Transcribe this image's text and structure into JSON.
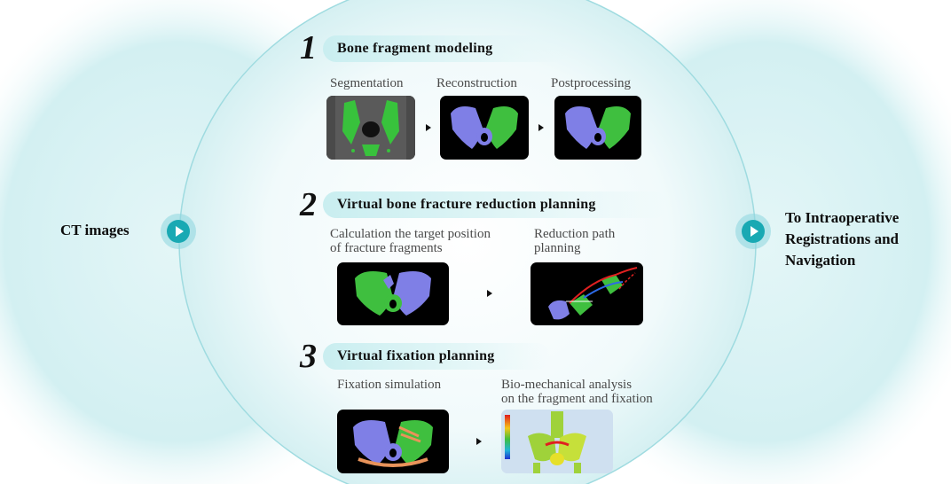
{
  "input_label": "CT images",
  "output_label_lines": [
    "To Intraoperative",
    "Registrations and",
    "Navigation"
  ],
  "steps": [
    {
      "number": "1",
      "title": "Bone fragment modeling",
      "captions": [
        "Segmentation",
        "Reconstruction",
        "Postprocessing"
      ]
    },
    {
      "number": "2",
      "title": "Virtual bone fracture reduction planning",
      "captions": [
        [
          "Calculation the target position",
          "of  fracture fragments"
        ],
        [
          "Reduction path",
          "planning"
        ]
      ]
    },
    {
      "number": "3",
      "title": "Virtual fixation planning",
      "captions": [
        [
          "Fixation simulation"
        ],
        [
          "Bio-mechanical analysis",
          "on the fragment and fixation"
        ]
      ]
    }
  ],
  "colors": {
    "accent": "#19a9b3",
    "circle_fill": "#e8f7f8",
    "bone_blue": "#7f7fe6",
    "bone_green": "#3fbf3f"
  },
  "icons": [
    "play-icon",
    "arrow-right-icon"
  ]
}
